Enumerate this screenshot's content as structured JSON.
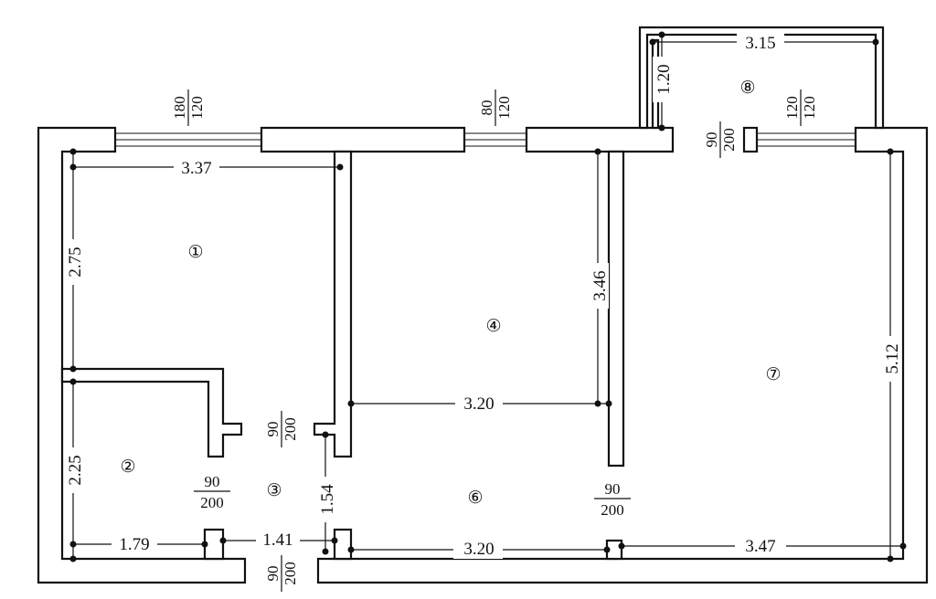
{
  "rooms": [
    {
      "number": "①"
    },
    {
      "number": "②"
    },
    {
      "number": "③"
    },
    {
      "number": "④"
    },
    {
      "number": "⑥"
    },
    {
      "number": "⑦"
    },
    {
      "number": "⑧"
    }
  ],
  "dimensions": {
    "room1_width": "3.37",
    "room1_height": "2.75",
    "room2_height": "2.25",
    "room2_width": "1.79",
    "corridor_width": "1.41",
    "corridor_height": "1.54",
    "room4_width": "3.20",
    "room4_height": "3.46",
    "room6_width": "3.20",
    "room7_width": "3.47",
    "room7_height": "5.12",
    "balcony_width": "3.15",
    "balcony_depth": "1.20"
  },
  "windows": [
    {
      "width": "180",
      "height": "120"
    },
    {
      "width": "80",
      "height": "120"
    },
    {
      "width": "120",
      "height": "120"
    }
  ],
  "doors": [
    {
      "width": "90",
      "height": "200"
    },
    {
      "width": "90",
      "height": "200"
    },
    {
      "width": "90",
      "height": "200"
    },
    {
      "width": "90",
      "height": "200"
    },
    {
      "width": "90",
      "height": "200"
    }
  ],
  "colors": {
    "ink": "#111111",
    "background": "#ffffff"
  }
}
